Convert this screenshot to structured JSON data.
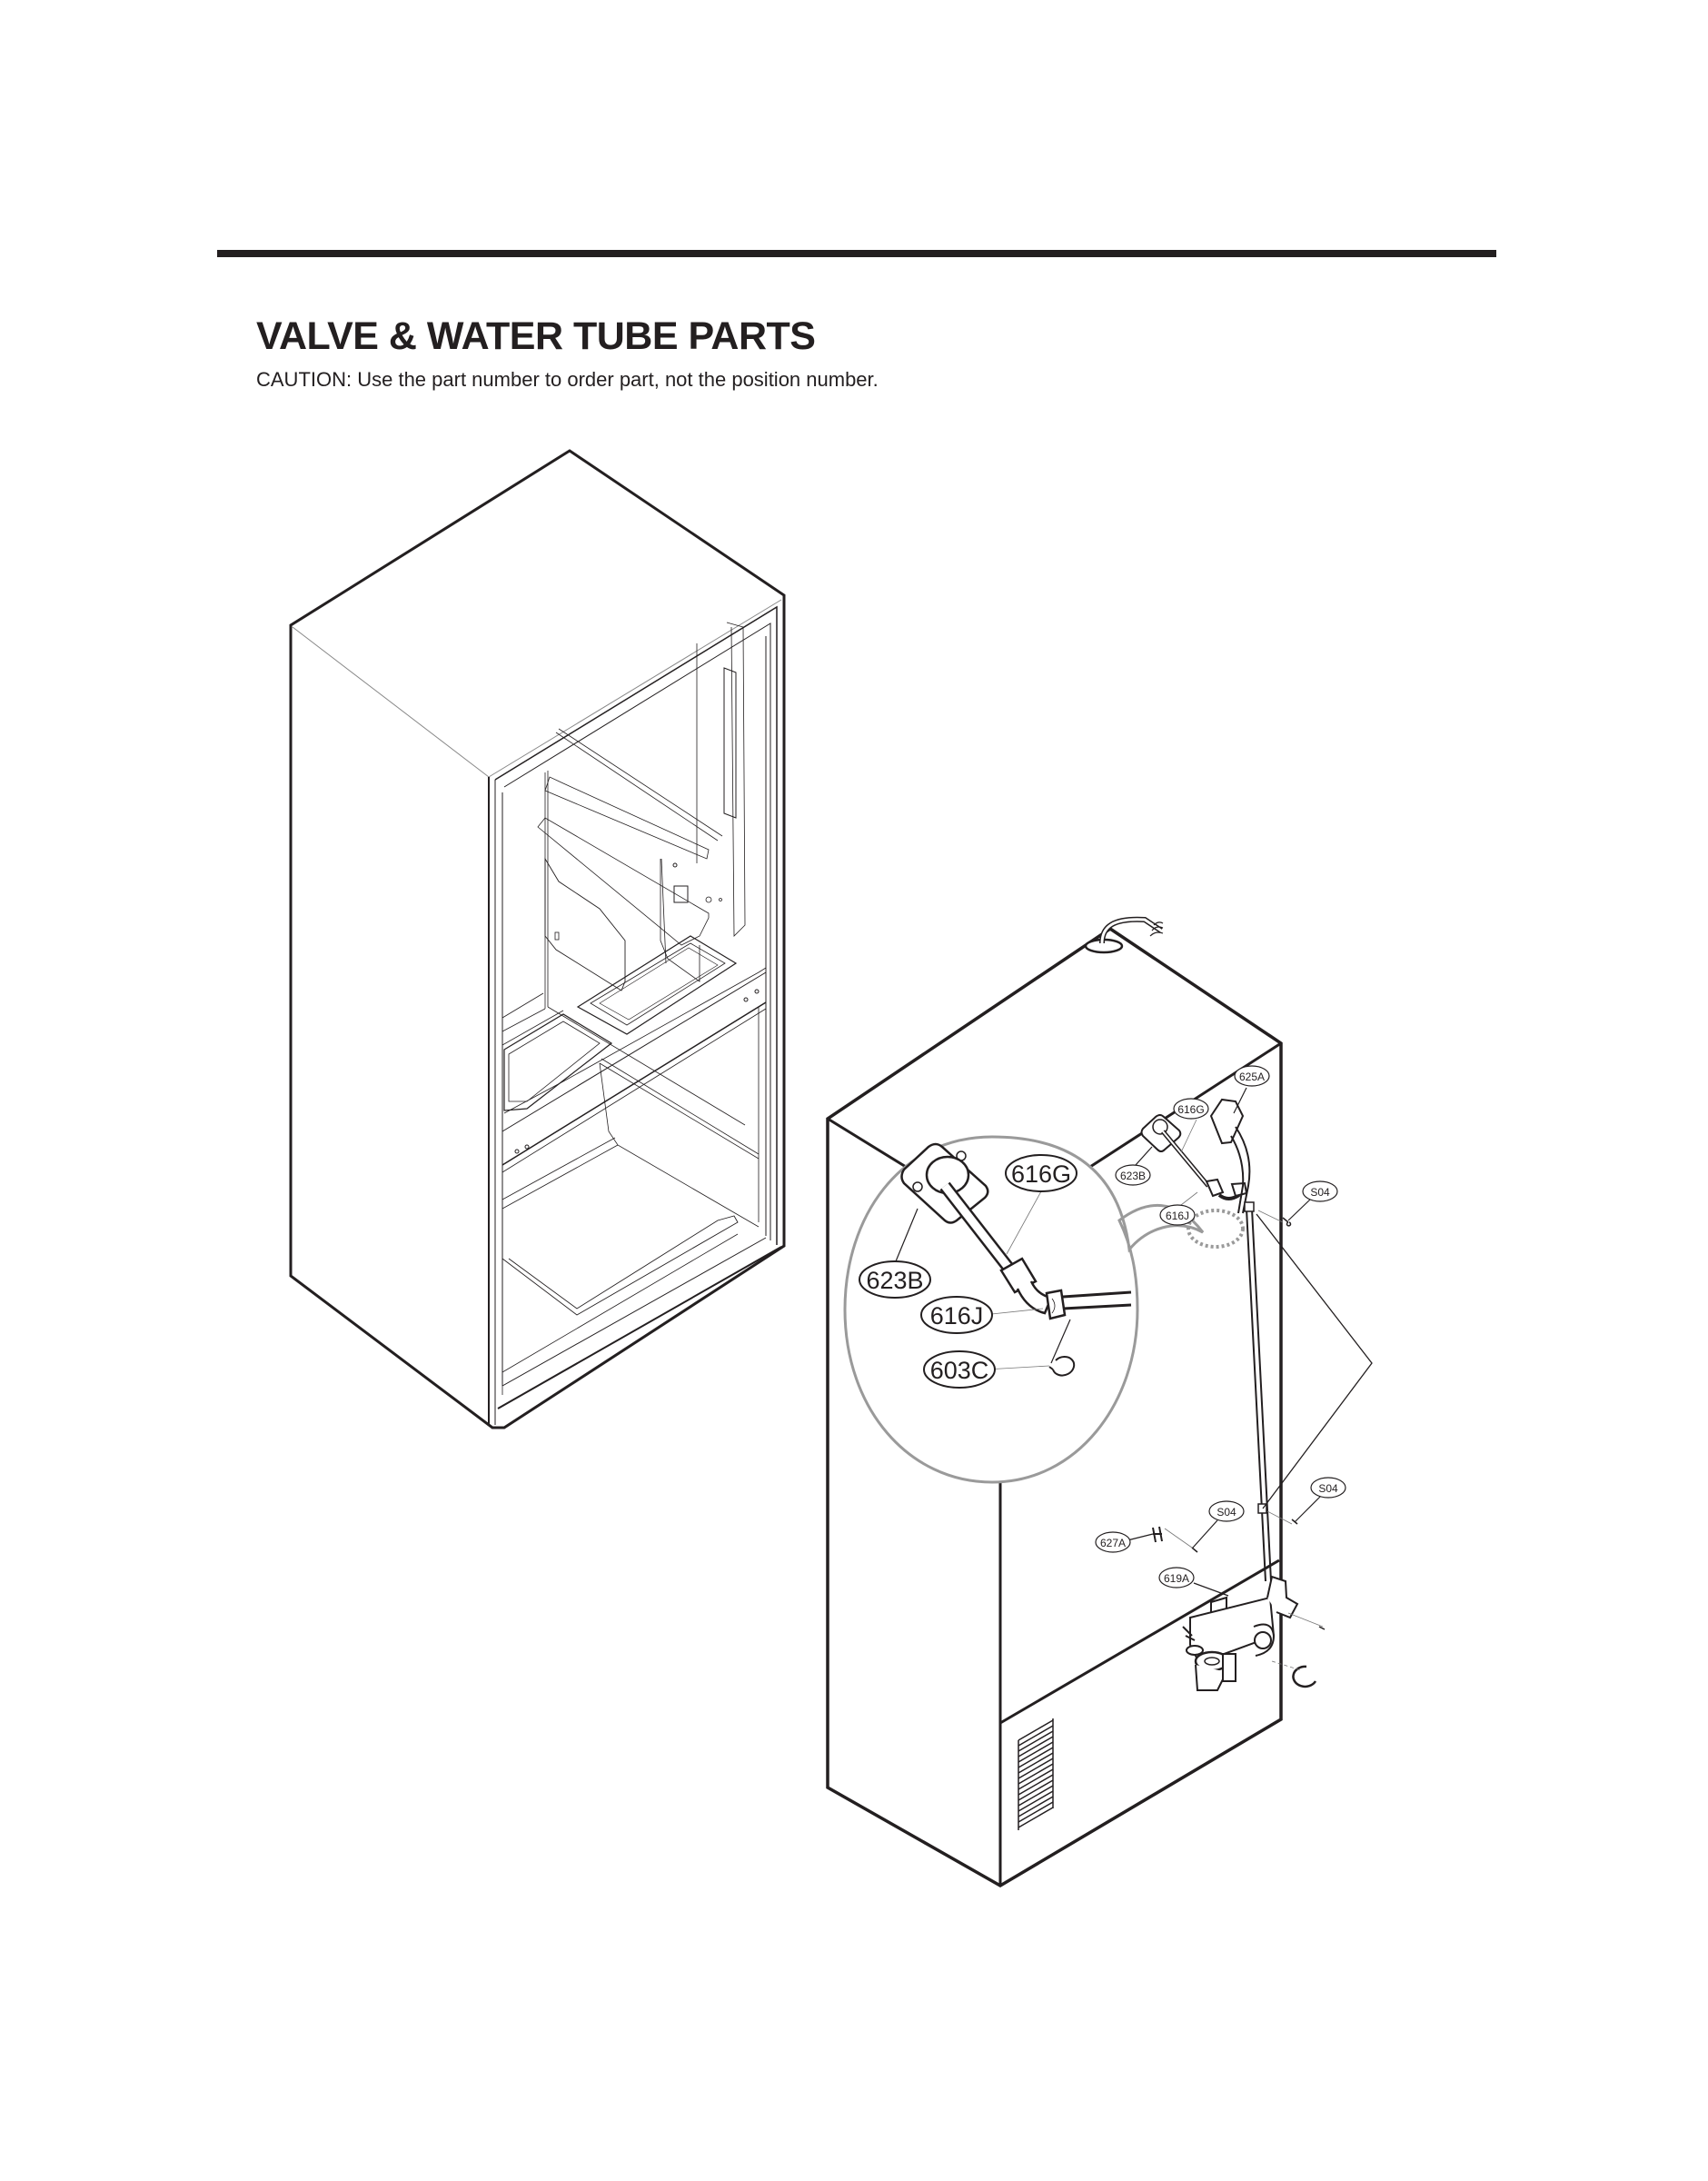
{
  "page": {
    "title": "VALVE & WATER TUBE PARTS",
    "caution": "CAUTION: Use the part number to order part, not the position number."
  },
  "diagram": {
    "detail_view_labels": {
      "l616G": "616G",
      "l623B": "623B",
      "l616J": "616J",
      "l603C": "603C"
    },
    "main_view_labels": {
      "l625A": "625A",
      "l616G": "616G",
      "l623B": "623B",
      "l616J": "616J",
      "lS04a": "S04",
      "lS04b": "S04",
      "lS04c": "S04",
      "l627A": "627A",
      "l619A": "619A"
    },
    "colors": {
      "line": "#231f20",
      "magnifier": "#9a9a9a",
      "background": "#ffffff"
    }
  }
}
